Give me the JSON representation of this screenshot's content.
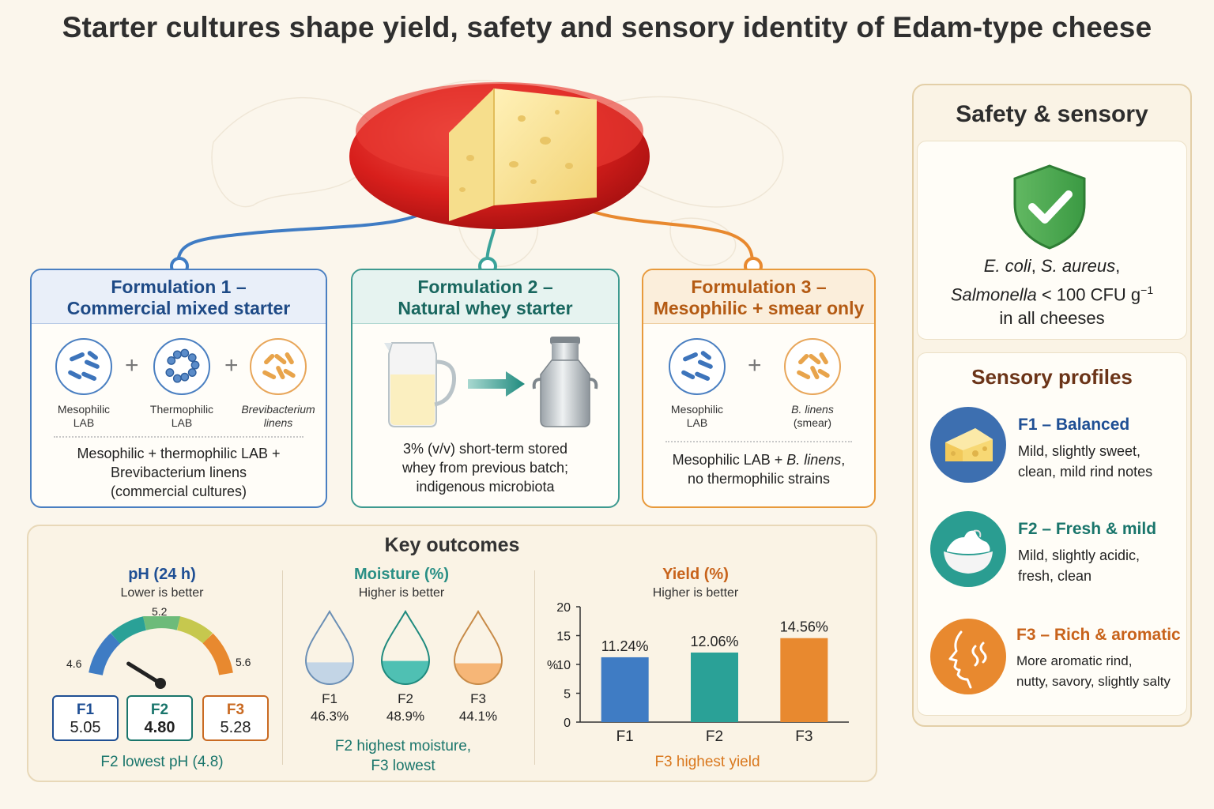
{
  "title": "Starter cultures shape yield, safety and sensory identity of Edam-type cheese",
  "colors": {
    "f1": "#3f7cc4",
    "f2": "#2aa197",
    "f3": "#e8892f",
    "background": "#fbf6ec"
  },
  "formulations": [
    {
      "title_line1": "Formulation 1 –",
      "title_line2": "Commercial mixed starter",
      "microbes": [
        {
          "line1": "Mesophilic",
          "line2": "LAB",
          "icon": "rod-bacteria-icon"
        },
        {
          "line1": "Thermophilic",
          "line2": "LAB",
          "icon": "chain-cocci-icon"
        },
        {
          "line1": "Brevibacterium",
          "line2": "linens",
          "icon": "orange-rods-icon"
        }
      ],
      "plus": "+",
      "desc_line1": "Mesophilic + thermophilic LAB +",
      "desc_line2": "Brevibacterium linens",
      "desc_line3": "(commercial cultures)"
    },
    {
      "title_line1": "Formulation 2 –",
      "title_line2": "Natural whey starter",
      "icons": [
        "milk-jug-icon",
        "arrow-right-icon",
        "milk-can-icon"
      ],
      "desc_line1": "3% (v/v) short-term stored",
      "desc_line2": "whey from previous batch;",
      "desc_line3": "indigenous microbiota"
    },
    {
      "title_line1": "Formulation 3 –",
      "title_line2": "Mesophilic + smear only",
      "microbes": [
        {
          "line1": "Mesophilic",
          "line2": "LAB",
          "icon": "rod-bacteria-icon"
        },
        {
          "line1": "B. linens",
          "line2": "(smear)",
          "icon": "orange-rods-icon"
        }
      ],
      "plus": "+",
      "desc_line1_a": "Mesophilic LAB + ",
      "desc_line1_b": "B. linens",
      "desc_line1_c": ",",
      "desc_line2": "no thermophilic strains"
    }
  ],
  "outcomes": {
    "title": "Key outcomes",
    "ph": {
      "title": "pH (24 h)",
      "subtitle": "Lower is better",
      "gauge_min": "4.6",
      "gauge_mid": "5.2",
      "gauge_max": "5.6",
      "gauge_range": [
        4.6,
        5.6
      ],
      "needle_value": 4.8,
      "values": [
        {
          "label": "F1",
          "value": "5.05"
        },
        {
          "label": "F2",
          "value": "4.80"
        },
        {
          "label": "F3",
          "value": "5.28"
        }
      ],
      "note": "F2 lowest pH (4.8)"
    },
    "moisture": {
      "title": "Moisture (%)",
      "subtitle": "Higher is better",
      "values": [
        {
          "label": "F1",
          "value": "46.3%",
          "fill": 0.46
        },
        {
          "label": "F2",
          "value": "48.9%",
          "fill": 0.49
        },
        {
          "label": "F3",
          "value": "44.1%",
          "fill": 0.44
        }
      ],
      "note_line1": "F2 highest moisture,",
      "note_line2": "F3 lowest"
    },
    "yield": {
      "title": "Yield (%)",
      "subtitle": "Higher is better",
      "note": "F3 highest yield"
    }
  },
  "chart_data": {
    "type": "bar",
    "categories": [
      "F1",
      "F2",
      "F3"
    ],
    "values": [
      11.24,
      12.06,
      14.56
    ],
    "value_labels": [
      "11.24%",
      "12.06%",
      "14.56%"
    ],
    "ylabel": "%",
    "ylim": [
      0,
      20
    ],
    "yticks": [
      "0",
      "5",
      "10",
      "15",
      "20"
    ],
    "title": "Yield (%)"
  },
  "safety": {
    "title": "Safety & sensory",
    "icon": "shield-check-icon",
    "text_org1": "E. coli",
    "text_sep1": ", ",
    "text_org2": "S. aureus",
    "text_sep2": ",",
    "text_org3": "Salmonella",
    "text_limit": " < 100 CFU g",
    "text_exp": "−1",
    "text_line3": "in all cheeses"
  },
  "sensory": {
    "title": "Sensory profiles",
    "profiles": [
      {
        "title": "F1 – Balanced",
        "line1": "Mild, slightly sweet,",
        "line2": "clean, mild rind notes",
        "icon": "cheese-wedge-icon"
      },
      {
        "title": "F2 – Fresh & mild",
        "line1": "Mild, slightly acidic,",
        "line2": "fresh, clean",
        "icon": "cream-bowl-icon"
      },
      {
        "title": "F3 – Rich & aromatic",
        "line1": "More aromatic rind,",
        "line2": "nutty, savory, slightly salty",
        "icon": "aroma-face-icon"
      }
    ]
  }
}
